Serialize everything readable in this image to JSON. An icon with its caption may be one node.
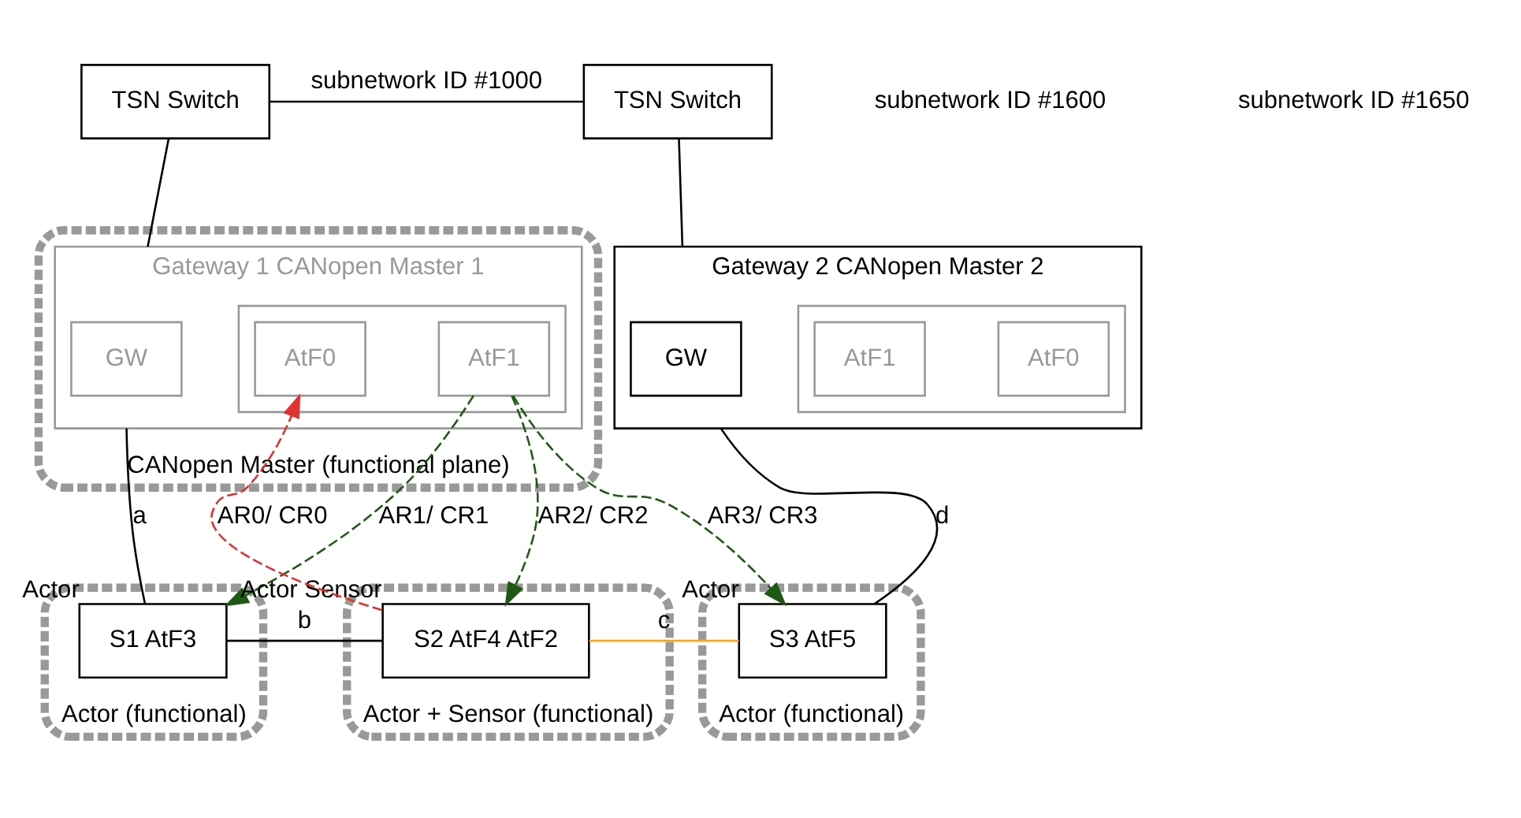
{
  "diagram": {
    "nodes": [
      {
        "text": [
          "TSN Switch"
        ]
      },
      {
        "text": [
          "TSN Switch"
        ]
      },
      {
        "text": [
          "CANopen Master (functional plane)"
        ]
      },
      {
        "text": [
          "Gateway 1 CANopen Master 1"
        ],
        "in": 2
      },
      {
        "text": [
          "GW"
        ],
        "in": 3
      },
      {
        "text": [],
        "shape": "box",
        "in": 3
      },
      {
        "text": [
          "AtF0"
        ],
        "in": 5
      },
      {
        "text": [
          "AtF1"
        ],
        "in": 5
      },
      {
        "text": [
          "Gateway 2 CANopen Master 2"
        ]
      },
      {
        "text": [],
        "shape": "box",
        "in": 8
      },
      {
        "text": [
          "AtF0"
        ],
        "in": 9
      },
      {
        "text": [
          "AtF1"
        ],
        "in": 9
      },
      {
        "text": [
          "GW"
        ],
        "in": 8
      },
      {
        "text": [
          "Actor (functional)"
        ]
      },
      {
        "text": [
          "S1 AtF3"
        ],
        "in": 13,
        "beside": [
          "Actor"
        ]
      },
      {
        "text": [
          "Actor + Sensor (functional)"
        ]
      },
      {
        "text": [
          "S2 AtF4 AtF2"
        ],
        "in": 15,
        "beside": [
          "Actor Sensor"
        ]
      },
      {
        "text": [
          "Actor (functional)"
        ]
      },
      {
        "text": [
          "S3 AtF5"
        ],
        "in": 17,
        "beside": [
          "Actor"
        ]
      }
    ],
    "edges": [
      {
        "from": 0,
        "to": 1,
        "arrow": "none",
        "label": "subnetwork ID #1000"
      },
      {
        "from": 0,
        "to": 3,
        "arrow": "none"
      },
      {
        "from": 1,
        "to": 8,
        "arrow": "none"
      },
      {
        "from": 16,
        "to": 6,
        "arrow": "to",
        "label": "AR0/ CR0",
        "style": "dashed",
        "color": "#e0332f"
      },
      {
        "from": 7,
        "to": 14,
        "arrow": "to",
        "label": "AR1/ CR1",
        "style": "dashed",
        "color": "#1f5a14"
      },
      {
        "from": 7,
        "to": 16,
        "arrow": "to",
        "label": "AR2/ CR2",
        "style": "dashed",
        "color": "#1f5a14"
      },
      {
        "from": 7,
        "to": 18,
        "arrow": "to",
        "label": "AR3/ CR3",
        "style": "dashed",
        "color": "#1f5a14"
      },
      {
        "from": 3,
        "to": 14,
        "arrow": "none",
        "label": "a"
      },
      {
        "from": 14,
        "to": 16,
        "arrow": "none",
        "label": "b"
      },
      {
        "from": 16,
        "to": 18,
        "arrow": "none",
        "label": "c",
        "color": "#f5a623"
      },
      {
        "from": 18,
        "to": 8,
        "arrow": "none",
        "label": "d"
      }
    ],
    "labels": [
      "subnetwork ID #1600",
      "subnetwork ID #1650"
    ]
  }
}
